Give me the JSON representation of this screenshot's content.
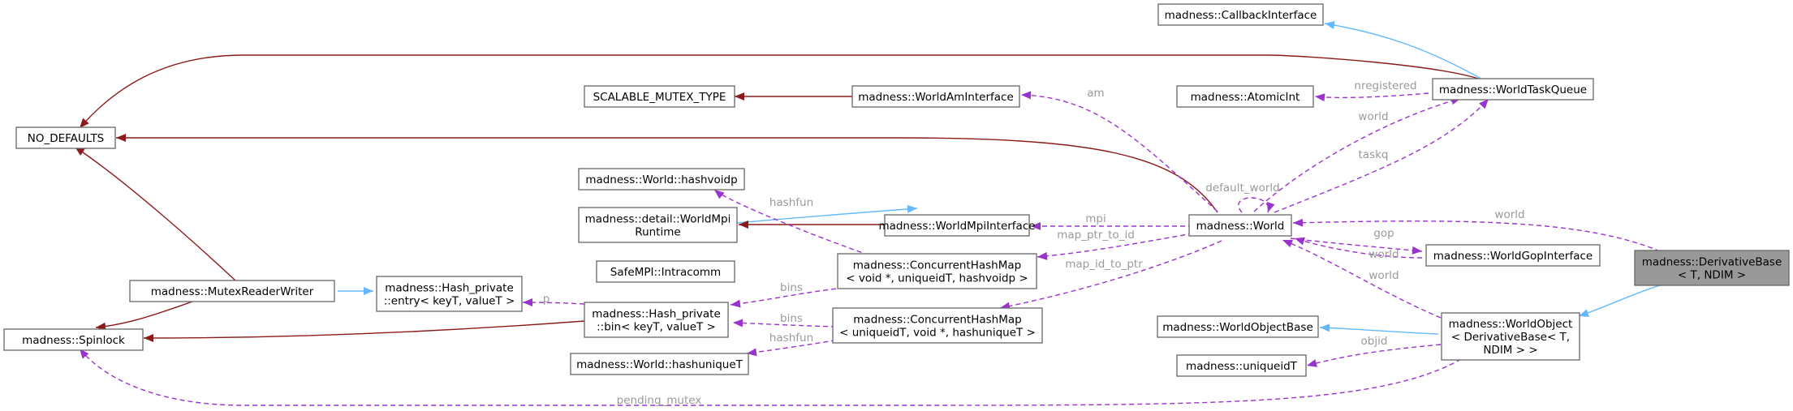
{
  "nodes": {
    "callback_interface": [
      "madness::CallbackInterface"
    ],
    "world_task_queue": [
      "madness::WorldTaskQueue"
    ],
    "atomic_int": [
      "madness::AtomicInt"
    ],
    "world_am_interface": [
      "madness::WorldAmInterface"
    ],
    "scalable_mutex_type": [
      "SCALABLE_MUTEX_TYPE"
    ],
    "no_defaults": [
      "NO_DEFAULTS"
    ],
    "world_hashvoidp": [
      "madness::World::hashvoidp"
    ],
    "world_mpi_runtime": [
      "madness::detail::WorldMpi",
      "Runtime"
    ],
    "world_mpi_interface": [
      "madness::WorldMpiInterface"
    ],
    "world": [
      "madness::World"
    ],
    "world_gop_interface": [
      "madness::WorldGopInterface"
    ],
    "derivative_base": [
      "madness::DerivativeBase",
      "< T, NDIM >"
    ],
    "intracomm": [
      "SafeMPI::Intracomm"
    ],
    "concurrent_hashmap_voidp": [
      "madness::ConcurrentHashMap",
      "< void *, uniqueidT, hashvoidp >"
    ],
    "mutex_reader_writer": [
      "madness::MutexReaderWriter"
    ],
    "hash_entry": [
      "madness::Hash_private",
      "::entry< keyT, valueT >"
    ],
    "hash_bin": [
      "madness::Hash_private",
      "::bin< keyT, valueT >"
    ],
    "concurrent_hashmap_uniqueid": [
      "madness::ConcurrentHashMap",
      "< uniqueidT, void *, hashuniqueT >"
    ],
    "spinlock": [
      "madness::Spinlock"
    ],
    "world_hashuniqueT": [
      "madness::World::hashuniqueT"
    ],
    "world_object_base": [
      "madness::WorldObjectBase"
    ],
    "world_object": [
      "madness::WorldObject",
      "< DerivativeBase< T,",
      "NDIM > >"
    ],
    "uniqueidT": [
      "madness::uniqueidT"
    ]
  },
  "edge_labels": {
    "nregistered": "nregistered",
    "am": "am",
    "world_wtq": "world",
    "taskq": "taskq",
    "default_world": "default_world",
    "hashfun_1": "hashfun",
    "mpi": "mpi",
    "map_ptr_to_id": "map_ptr_to_id",
    "map_id_to_ptr": "map_id_to_ptr",
    "gop": "gop",
    "world_gop": "world",
    "world_db": "world",
    "world_wo": "world",
    "bins_1": "bins",
    "bins_2": "bins",
    "p": "p",
    "hashfun_2": "hashfun",
    "objid": "objid",
    "pending_mutex": "pending_mutex"
  },
  "colors": {
    "inheritance": "#63b8ff",
    "usage": "#9a32cd",
    "protected": "#8b1a1a",
    "focus_fill": "#999999",
    "label": "#9a9a9a"
  }
}
